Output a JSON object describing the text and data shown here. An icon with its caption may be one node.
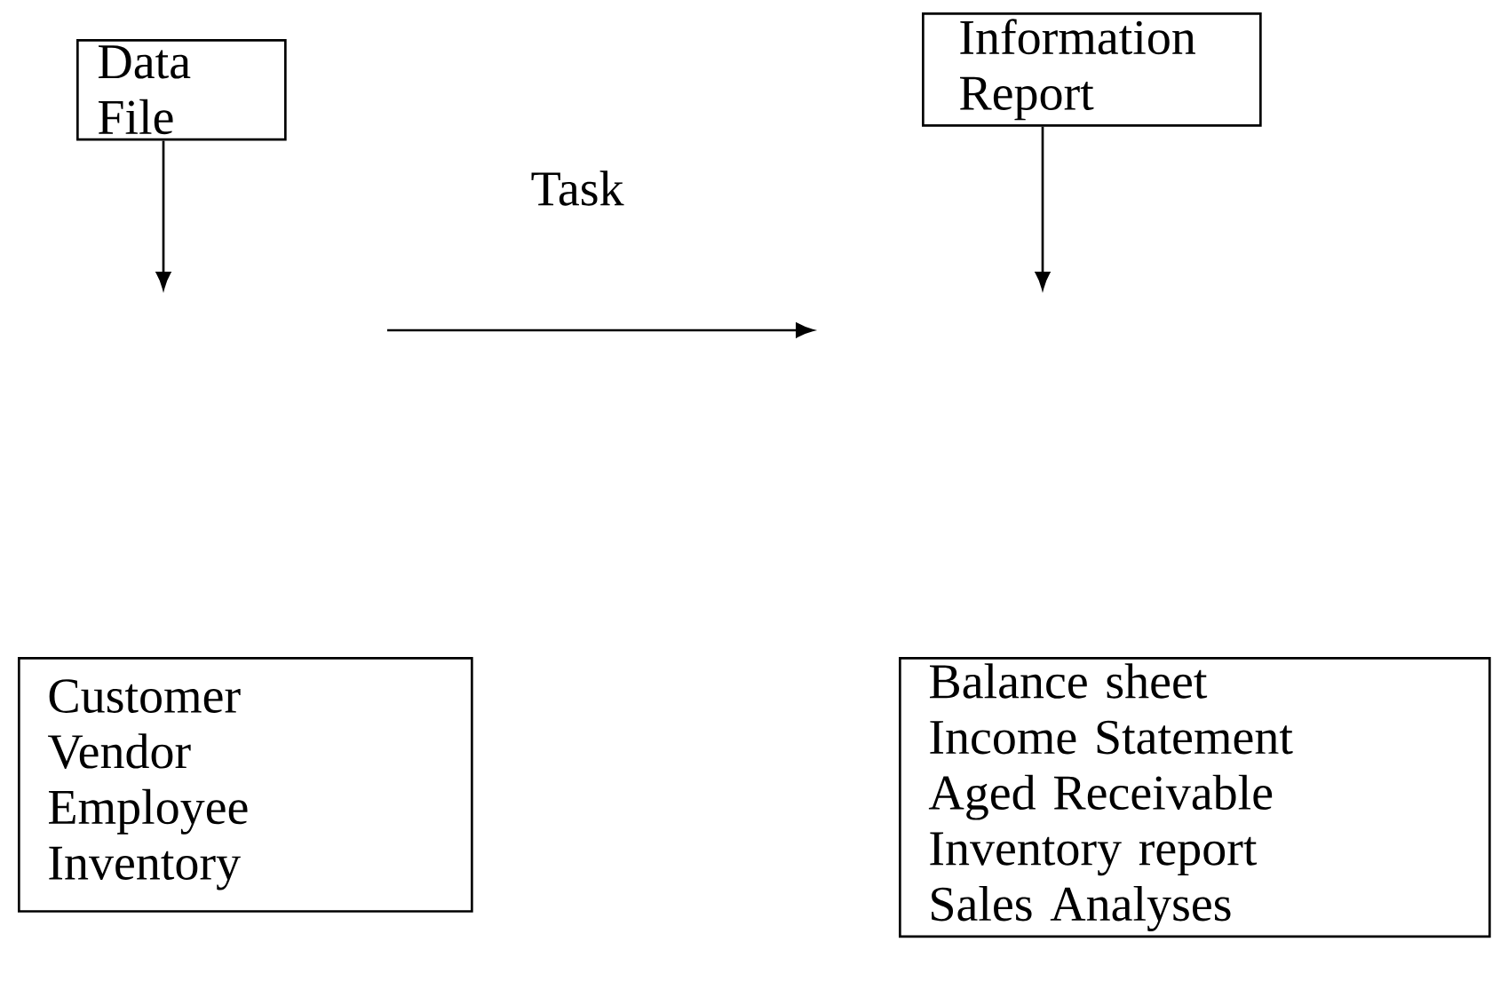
{
  "diagram": {
    "nodes": [
      {
        "text": [
          "Data File"
        ]
      },
      {
        "text": [
          "Information Report"
        ]
      },
      {
        "text": [
          "Customer",
          "Vendor",
          "Employee",
          "Inventory"
        ]
      },
      {
        "text": [
          "Balance sheet",
          "Income Statement",
          "Aged Receivable",
          "Inventory report",
          "Sales Analyses"
        ]
      }
    ],
    "edges": [
      {
        "from": 0,
        "to": null,
        "arrow": "to"
      },
      {
        "from": 1,
        "to": null,
        "arrow": "to"
      }
    ],
    "labels": [
      "Task"
    ]
  }
}
